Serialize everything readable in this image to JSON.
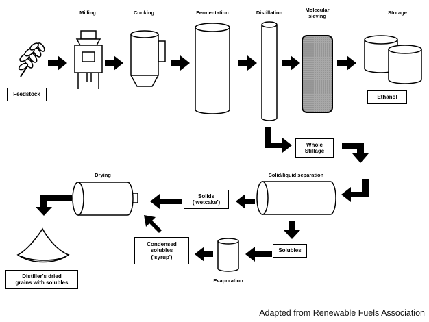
{
  "stages": {
    "milling": "Milling",
    "cooking": "Cooking",
    "fermentation": "Fermentation",
    "distillation": "Distillation",
    "molecular_sieving_1": "Molecular",
    "molecular_sieving_2": "sieving",
    "storage": "Storage",
    "drying": "Drying",
    "solid_liquid_separation": "Solid/liquid separation",
    "evaporation": "Evaporation"
  },
  "boxes": {
    "feedstock": "Feedstock",
    "ethanol": "Ethanol",
    "whole_stillage_1": "Whole",
    "whole_stillage_2": "Stillage",
    "solids_1": "Solids",
    "solids_2": "('wetcake')",
    "solubles": "Solubles",
    "condensed_1": "Condensed",
    "condensed_2": "solubles",
    "condensed_3": "('syrup')",
    "ddgs_1": "Distiller's dried",
    "ddgs_2": "grains with solubles"
  },
  "credit": "Adapted from Renewable Fuels Association",
  "colors": {
    "line": "#000000",
    "sieve_fill": "#9a9a9a",
    "background": "#ffffff"
  }
}
